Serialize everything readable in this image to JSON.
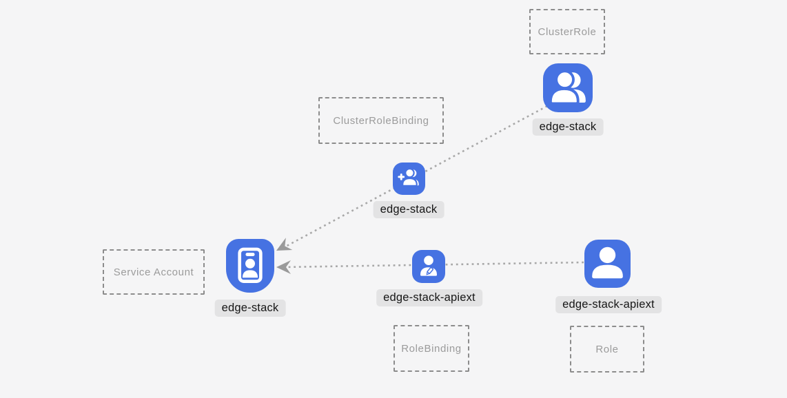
{
  "nodes": {
    "cluster_role": {
      "kind": "ClusterRole",
      "name": "edge-stack",
      "icon": "users-icon"
    },
    "cluster_role_binding": {
      "kind": "ClusterRoleBinding",
      "name": "edge-stack",
      "icon": "user-add-icon"
    },
    "service_account": {
      "kind": "Service Account",
      "name": "edge-stack",
      "icon": "id-badge-icon"
    },
    "role_binding": {
      "kind": "RoleBinding",
      "name": "edge-stack-apiext",
      "icon": "user-edit-icon"
    },
    "role": {
      "kind": "Role",
      "name": "edge-stack-apiext",
      "icon": "user-icon"
    }
  },
  "connections": [
    {
      "from": "cluster_role",
      "through": "cluster_role_binding",
      "to": "service_account",
      "style": "dotted-arrow"
    },
    {
      "from": "role",
      "through": "role_binding",
      "to": "service_account",
      "style": "dotted-arrow"
    }
  ],
  "colors": {
    "background": "#f5f5f6",
    "icon_blue": "#4672e2",
    "pill_background": "#e3e3e4",
    "pill_text": "#161616",
    "dashed_border": "#8c8c8c",
    "kind_label_text": "#9b9b9b",
    "connector": "#a8a8a8",
    "arrowhead": "#9a9a9a"
  }
}
